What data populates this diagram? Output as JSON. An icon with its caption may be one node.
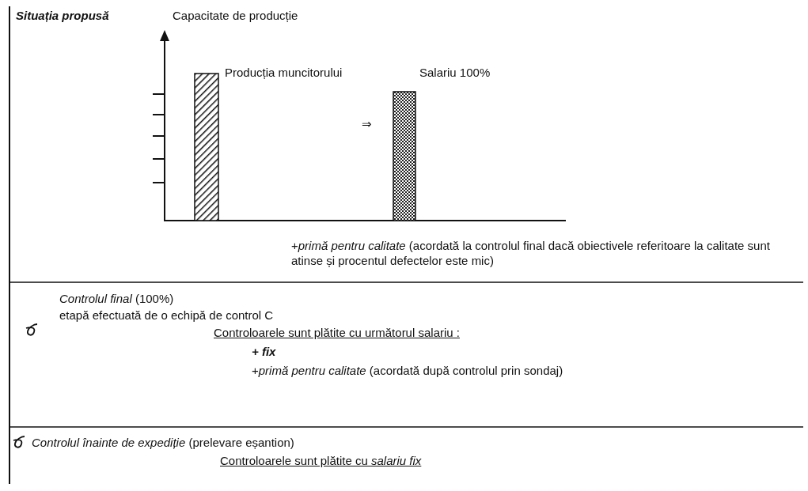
{
  "diagram": {
    "labels": [
      "Situația propusă",
      "Capacitate de producție",
      "Producția muncitorului",
      "⇒",
      "Salariu 100%",
      "+*primă pentru calitate* (acordată la controlul final dacă obiectivele referitoare la calitate sunt atinse și procentul defectelor este mic)",
      "*Controlul final* (100%)",
      "etapă efectuată de o echipă de control C",
      "Controloarele sunt plătite cu următorul salariu :",
      "+ fix",
      "+*primă pentru calitate* (acordată după controlul prin sondaj)",
      "*Controlul înainte de expediție* (prelevare eșantion)",
      "Controloarele sunt plătite cu *salariu fix*"
    ]
  }
}
